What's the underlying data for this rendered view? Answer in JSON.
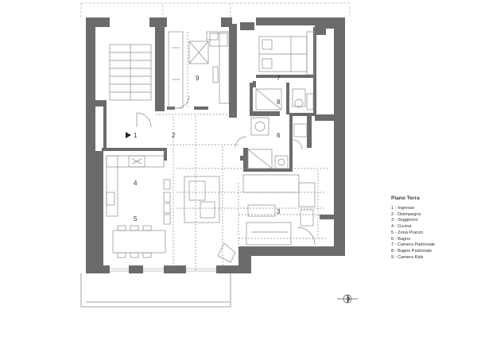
{
  "legend": {
    "title": "Piano Terra",
    "items": [
      "1 - Ingresso",
      "2 - Disimpegno",
      "3 - Soggiorno",
      "4 - Cucina",
      "5 - Zona Pranzo",
      "6 - Bagno",
      "7 - Camera Padronale",
      "8 - Bagno Padronale",
      "9 - Camera Kids"
    ]
  },
  "rooms": [
    {
      "id": "1",
      "label": "1"
    },
    {
      "id": "2",
      "label": "2"
    },
    {
      "id": "3",
      "label": "3"
    },
    {
      "id": "4",
      "label": "4"
    },
    {
      "id": "5",
      "label": "5"
    },
    {
      "id": "6",
      "label": "6"
    },
    {
      "id": "7",
      "label": "7"
    },
    {
      "id": "8",
      "label": "8"
    },
    {
      "id": "9",
      "label": "9"
    }
  ],
  "colors": {
    "wall": "#6b6b6b",
    "line": "#8a8a8a",
    "dashed": "#b0b0b0",
    "text": "#333333"
  },
  "icons": [
    "entrance-arrow-icon",
    "north-arrow-icon"
  ]
}
